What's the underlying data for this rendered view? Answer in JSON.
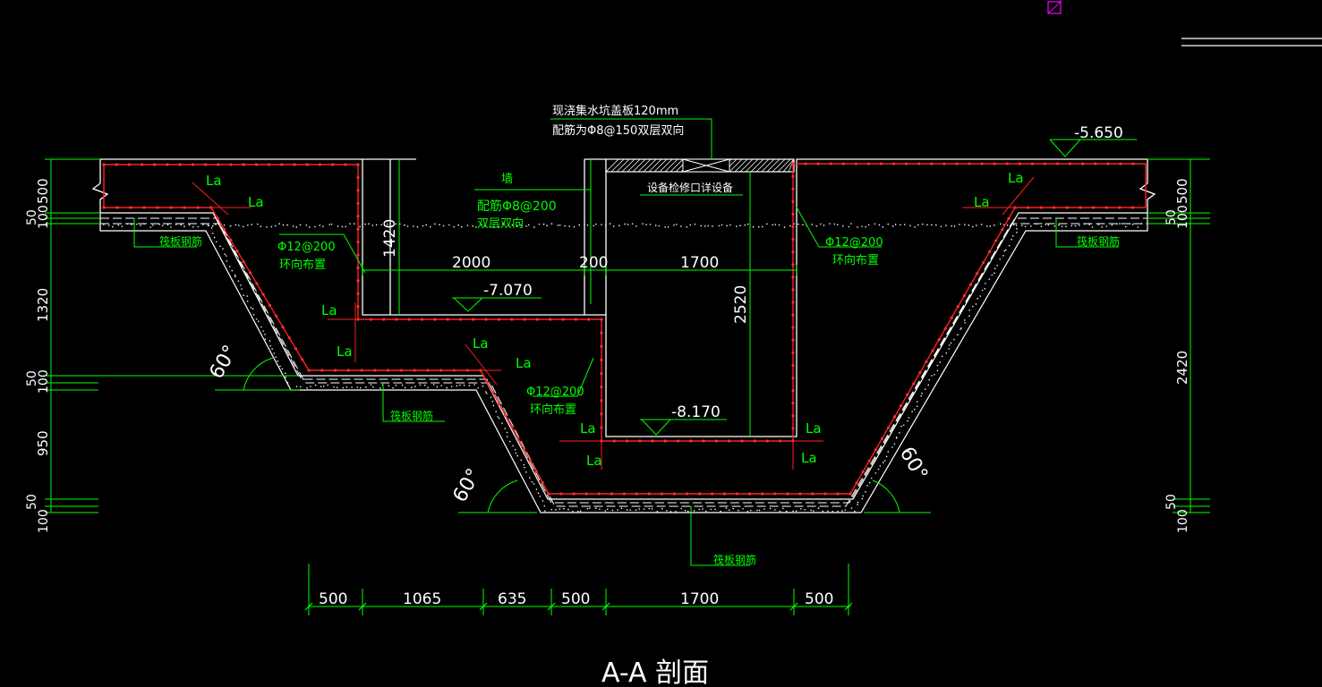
{
  "colors": {
    "background": "#000000",
    "outline": "#ffffff",
    "rebar": "#ff2020",
    "dimension": "#00ff00",
    "label": "#ffffff",
    "dot": "#ff3030",
    "concrete_fill": "#ffffff",
    "hatch": "#ffffff",
    "marker": "#ff00ff"
  },
  "title": "A-A 剖面",
  "callout_top": {
    "line1": "现浇集水坑盖板120mm",
    "line2": "配筋为Φ8@150双层双向"
  },
  "wall_note": {
    "line1": "墙",
    "line2": "配筋Φ8@200",
    "line3": "双层双向"
  },
  "equipment_label": "设备检修口详设备",
  "elevations": {
    "top_right": "-5.650",
    "middle": "-7.070",
    "bottom": "-8.170"
  },
  "rebar_notes": {
    "left_ring": {
      "line1": "Φ12@200",
      "line2": "环向布置"
    },
    "right_ring": {
      "line1": "Φ12@200",
      "line2": "环向布置"
    },
    "center_ring": {
      "line1": "Φ12@200",
      "line2": "环向布置"
    }
  },
  "raft_rebar_label": "筏板钢筋",
  "anchor_label": "La",
  "angle_label": "60°",
  "dims_top": {
    "d2000": "2000",
    "d200": "200",
    "d1700": "1700",
    "d1420": "1420",
    "d2520": "2520"
  },
  "dims_left": [
    "500",
    "50",
    "100",
    "1320",
    "50",
    "100",
    "950",
    "50",
    "100"
  ],
  "dims_right": [
    "500",
    "50",
    "100",
    "2420",
    "50",
    "100"
  ],
  "dims_bottom": [
    "500",
    "1065",
    "635",
    "500",
    "1700",
    "500"
  ]
}
